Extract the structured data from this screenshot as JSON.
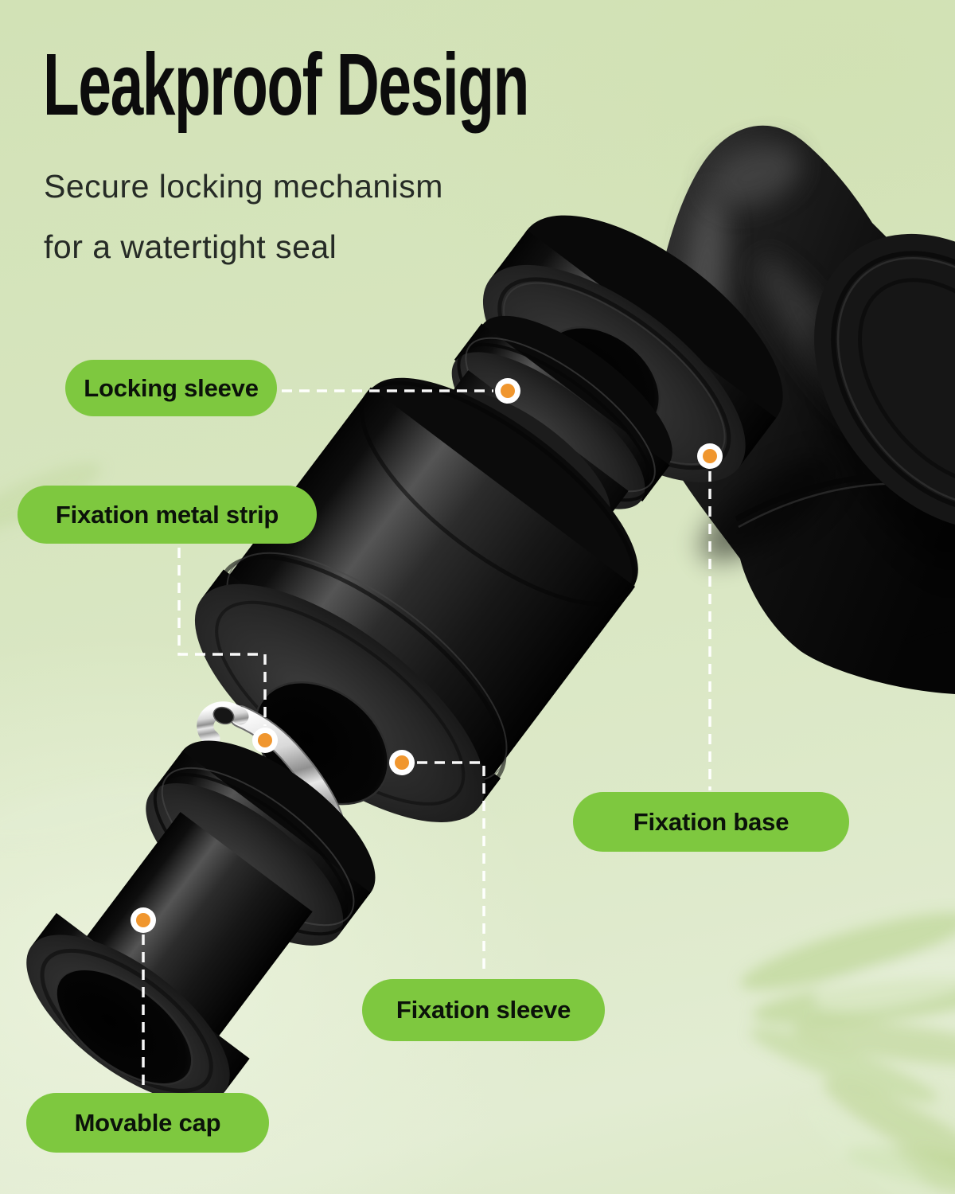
{
  "header": {
    "title": "Leakproof Design",
    "subtitle_lines": [
      "Secure locking mechanism",
      "for a watertight seal"
    ]
  },
  "callouts": [
    {
      "part": "locking-sleeve",
      "label": "Locking sleeve"
    },
    {
      "part": "fixation-metal-strip",
      "label": "Fixation metal strip"
    },
    {
      "part": "fixation-base",
      "label": "Fixation base"
    },
    {
      "part": "fixation-sleeve",
      "label": "Fixation sleeve"
    },
    {
      "part": "movable-cap",
      "label": "Movable cap"
    }
  ],
  "markers": {
    "shape": "dot-with-ring-and-dashed-leader",
    "dot_color": "#f0962e",
    "ring_color": "#ffffff",
    "leader_color": "#ffffff"
  },
  "colors": {
    "pill_green": "#7ec83f",
    "pill_text": "#0b120a",
    "title_text": "#0c0c0c",
    "subtitle_text": "#262b26",
    "background_green_dark": "#d2e2b6",
    "background_green_light": "#e2ecd2",
    "product_black": "#141414",
    "metal_silver": "#d9d9d9"
  }
}
